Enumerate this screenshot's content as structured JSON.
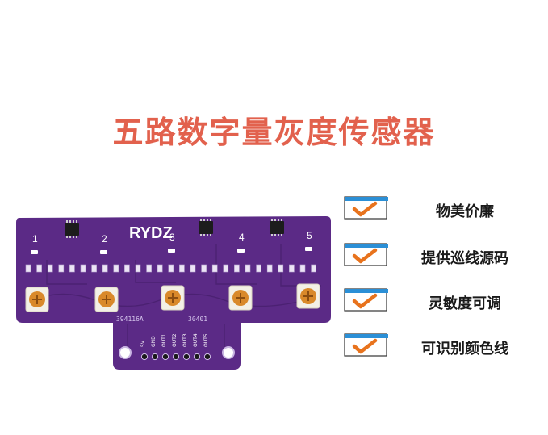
{
  "title": "五路数字量灰度传感器",
  "colors": {
    "title": "#e2614d",
    "pcb": "#5b2a86",
    "pcb_dark": "#3f1a63",
    "check": "#e8731d",
    "box_border": "#2b8fd6"
  },
  "pcb": {
    "brand": "RYDZ",
    "channel_numbers": [
      "1",
      "2",
      "3",
      "4",
      "5"
    ],
    "serial": "394116A",
    "serial_tail": "30401",
    "pins": [
      "5V",
      "GND",
      "OUT1",
      "OUT2",
      "OUT3",
      "OUT4",
      "OUT5"
    ]
  },
  "features": [
    {
      "label": "物美价廉",
      "icon": "checkbox-icon"
    },
    {
      "label": "提供巡线源码",
      "icon": "checkbox-icon"
    },
    {
      "label": "灵敏度可调",
      "icon": "checkbox-icon"
    },
    {
      "label": "可识别颜色线",
      "icon": "checkbox-icon"
    }
  ]
}
